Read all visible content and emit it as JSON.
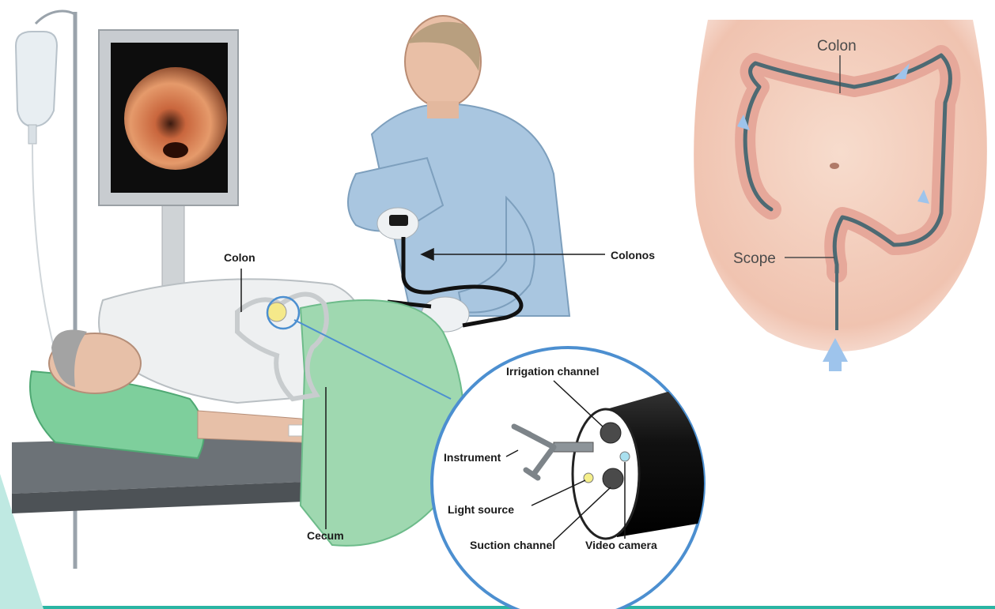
{
  "labels": {
    "colon_main": "Colon",
    "cecum": "Cecum",
    "colonoscope": "Colonos",
    "irrigation_channel": "Irrigation channel",
    "instrument": "Instrument",
    "light_source": "Light source",
    "suction_channel": "Suction channel",
    "video_camera": "Video camera",
    "colon_inset": "Colon",
    "scope_inset": "Scope"
  },
  "colors": {
    "accent_teal": "#2bb5a3",
    "sheet_green": "#9fd8b0",
    "gown_blue": "#a9c6e0",
    "inset_ring": "#4c8fd0",
    "abdomen_skin": "#f3c7b5",
    "colon_pink": "#e6a89a",
    "arrow_blue": "#9ec4ec"
  },
  "icons": [
    "iv-bag-icon",
    "monitor-icon",
    "doctor-icon",
    "patient-icon",
    "scope-tip-icon",
    "direction-arrow-icon"
  ]
}
